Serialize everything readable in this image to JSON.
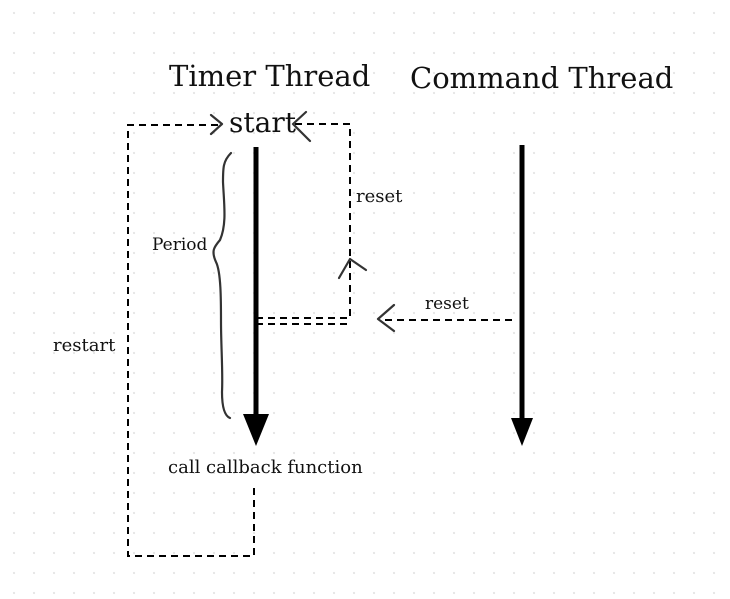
{
  "diagram": {
    "titles": {
      "timer_thread": "Timer Thread",
      "command_thread": "Command Thread"
    },
    "labels": {
      "start": "start",
      "reset_vertical": "reset",
      "reset_horizontal": "reset",
      "period": "Period",
      "restart": "restart",
      "callback": "call callback function"
    }
  }
}
